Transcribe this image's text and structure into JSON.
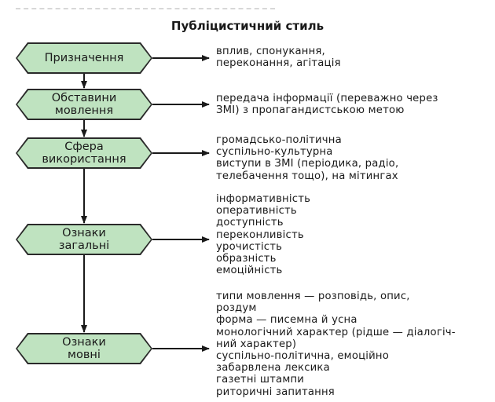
{
  "title": "Публіцистичний стиль",
  "colors": {
    "node_fill": "#bfe3c0",
    "node_border": "#2a2a2a",
    "arrow": "#1a1a1a"
  },
  "nodes": [
    {
      "label": "Призначення",
      "desc": [
        "вплив, спонукання,",
        "переконання, агітація"
      ]
    },
    {
      "label": "Обставини\nмовлення",
      "desc": [
        "передача інформації (переважно через",
        "ЗМІ) з пропагандистською метою"
      ]
    },
    {
      "label": "Сфера\nвикористання",
      "desc": [
        "громадсько-політична",
        "суспільно-культурна",
        "виступи в ЗМІ (періодика, радіо,",
        "телебачення тощо), на мітингах"
      ]
    },
    {
      "label": "Ознаки\nзагальні",
      "desc": [
        "інформативність",
        "оперативність",
        "доступність",
        "переконливість",
        "урочистість",
        "образність",
        "емоційність"
      ]
    },
    {
      "label": "Ознаки\nмовні",
      "desc": [
        "типи мовлення — розповідь, опис,",
        "роздум",
        "форма — писемна й усна",
        "монологічний характер (рідше — діалогіч-",
        "ний характер)",
        "суспільно-політична, емоційно",
        "забарвлена лексика",
        "газетні штампи",
        "риторичні запитання"
      ]
    }
  ]
}
